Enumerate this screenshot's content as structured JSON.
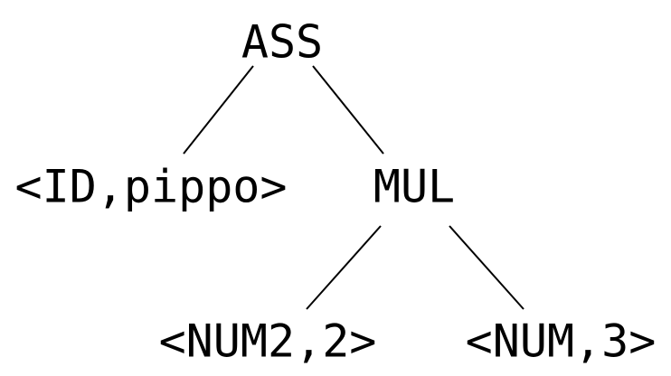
{
  "tree": {
    "root": "ASS",
    "left_leaf": "<ID,pippo>",
    "right_node": "MUL",
    "right_left_leaf": "<NUM2,2>",
    "right_right_leaf": "<NUM,3>"
  },
  "colors": {
    "background": "#ffffff",
    "ink": "#000000"
  }
}
